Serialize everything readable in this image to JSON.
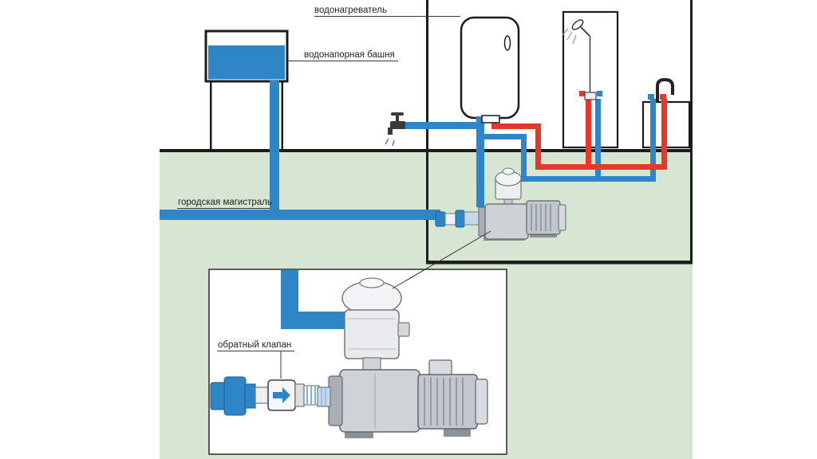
{
  "labels": {
    "water_heater": "водонагреватель",
    "water_tower": "водонапорная башня",
    "city_main": "городская магистраль",
    "check_valve": "обратный клапан"
  },
  "legend_colors": {
    "cold_water_pipe": "#2e86c7",
    "hot_water_pipe": "#e2392c",
    "ground_fill": "#d6e6d2",
    "outline": "#1c1c1c",
    "inset_background": "#ffffff"
  }
}
